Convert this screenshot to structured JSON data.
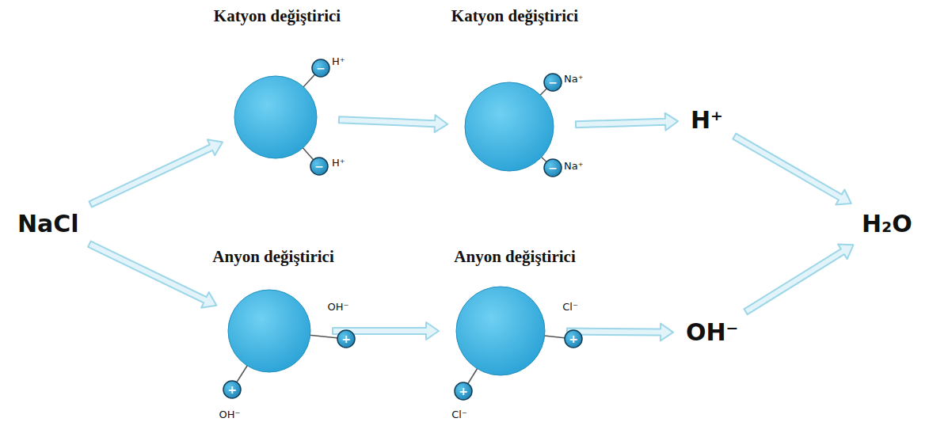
{
  "diagram": {
    "nodes": [
      {
        "text": [
          "NaCl"
        ]
      },
      {
        "text": [
          "Katyon değiştirici",
          "−",
          "H⁺",
          "−",
          "H⁺"
        ]
      },
      {
        "text": [
          "Katyon değiştirici",
          "−",
          "Na⁺",
          "−",
          "Na⁺"
        ]
      },
      {
        "text": [
          "H⁺"
        ]
      },
      {
        "text": [
          "Anyon değiştirici",
          "+",
          "OH⁻",
          "+",
          "OH⁻"
        ]
      },
      {
        "text": [
          "Anyon değiştirici",
          "+",
          "Cl⁻",
          "+",
          "Cl⁻"
        ]
      },
      {
        "text": [
          "OH⁻"
        ]
      },
      {
        "text": [
          "H₂O"
        ]
      }
    ],
    "edges": [
      {
        "from": 0,
        "to": 1,
        "arrow": "to"
      },
      {
        "from": 0,
        "to": 4,
        "arrow": "to"
      },
      {
        "from": 1,
        "to": 2,
        "arrow": "to"
      },
      {
        "from": 4,
        "to": 5,
        "arrow": "to"
      },
      {
        "from": 2,
        "to": 3,
        "arrow": "to"
      },
      {
        "from": 5,
        "to": 6,
        "arrow": "to"
      },
      {
        "from": 3,
        "to": 7,
        "arrow": "to"
      },
      {
        "from": 6,
        "to": 7,
        "arrow": "to"
      }
    ]
  }
}
